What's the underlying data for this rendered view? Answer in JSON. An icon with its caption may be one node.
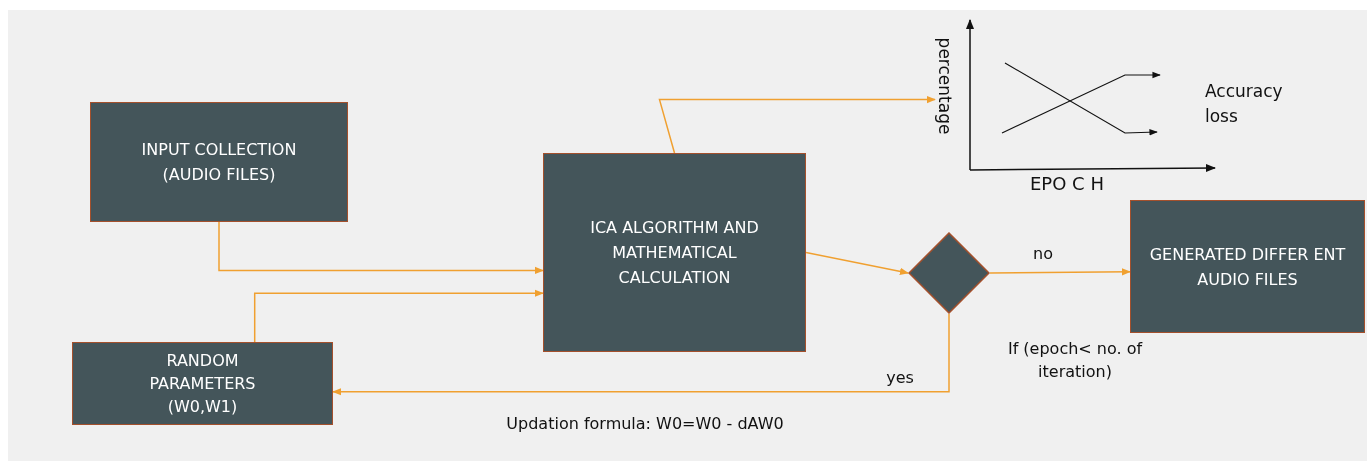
{
  "diagram": {
    "nodes": [
      {
        "text": [
          "INPUT COLLECTION (AUDIO FILES)"
        ]
      },
      {
        "text": [
          "RANDOM PARAMETERS (W0,W1)"
        ]
      },
      {
        "text": [
          "ICA ALGORITHM AND MATHEMATICAL CALCULATION"
        ]
      },
      {
        "text": [],
        "shape": "diamond"
      },
      {
        "text": [
          "GENERATED DIFFER ENT AUDIO FILES"
        ]
      },
      {
        "text": [
          "percentage",
          "EPO C H",
          "Accuracy",
          "loss"
        ]
      }
    ],
    "edges": [
      {
        "from": 0,
        "to": 2,
        "arrow": "to"
      },
      {
        "from": 1,
        "to": 2,
        "arrow": "to"
      },
      {
        "from": 2,
        "to": 5,
        "arrow": "to"
      },
      {
        "from": 2,
        "to": 3,
        "arrow": "to"
      },
      {
        "from": 3,
        "to": 4,
        "arrow": "to",
        "label": "no"
      },
      {
        "from": 3,
        "to": 1,
        "arrow": "to",
        "label": "yes"
      }
    ],
    "labels": [
      "If (epoch< no. of iteration)",
      "Updation formula: W0=W0 - dAW0"
    ]
  }
}
